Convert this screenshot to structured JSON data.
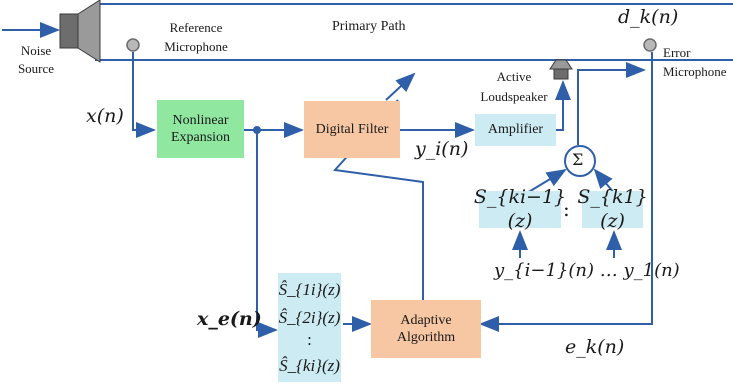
{
  "labels": {
    "noise_source": "Noise Source",
    "reference_mic": "Reference Microphone",
    "primary_path": "Primary Path",
    "dk": "d_k(n)",
    "error_mic": "Error Microphone",
    "active_speaker": "Active Loudspeaker",
    "xn": "x(n)",
    "yi": "y_i(n)",
    "xe": "x_e(n)",
    "ek": "e_k(n)",
    "sum": "Σ",
    "dots_inline": ":",
    "y_inputs": "y_{i−1}(n) … y_1(n)"
  },
  "blocks": {
    "nonlinear": "Nonlinear Expansion",
    "digital_filter": "Digital Filter",
    "amplifier": "Amplifier",
    "adaptive": "Adaptive Algorithm",
    "s_ki_minus_1": "S_{ki−1}(z)",
    "s_k1": "S_{k1}(z)",
    "secondary_bank": [
      "Ŝ_{1i}(z)",
      "Ŝ_{2i}(z)",
      ":",
      "Ŝ_{ki}(z)"
    ]
  },
  "colors": {
    "line": "#2f5fa8",
    "nonlinear_fill": "#8fe7a0",
    "filter_fill": "#f7c7a3",
    "cyan_fill": "#cdebf2"
  }
}
